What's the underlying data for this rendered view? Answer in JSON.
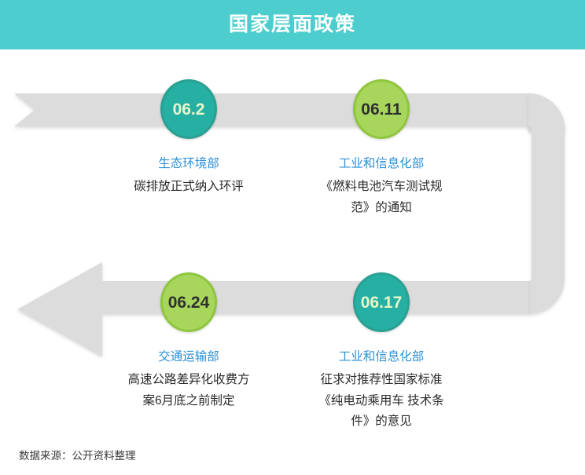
{
  "header": {
    "title": "国家层面政策",
    "background_color": "#4ecdce",
    "text_color": "#ffffff"
  },
  "colors": {
    "header_teal": "#4ecdce",
    "node_teal": "#26b0a3",
    "node_teal_border": "#2aa093",
    "node_green": "#a8d65c",
    "node_green_border": "#8fc63d",
    "ribbon_gray": "#dcdcdc",
    "ribbon_shadow": "#cfcfcf",
    "org_blue": "#2e8fd6",
    "body_text": "#2b2b2b",
    "date_light": "#e9f7c8",
    "date_dark": "#2f2f2f"
  },
  "timeline": {
    "direction_note": "left-to-right on top row, U-turn at right, right-to-left on bottom row ending in a left arrowhead",
    "nodes": [
      {
        "date": "06.2",
        "organization": "生态环境部",
        "description": "碳排放正式纳入环评",
        "circle_style": "teal"
      },
      {
        "date": "06.11",
        "organization": "工业和信息化部",
        "description": "《燃料电池汽车测试规范》的通知",
        "circle_style": "green"
      },
      {
        "date": "06.24",
        "organization": "交通运输部",
        "description": "高速公路差异化收费方案6月底之前制定",
        "circle_style": "green"
      },
      {
        "date": "06.17",
        "organization": "工业和信息化部",
        "description": "征求对推荐性国家标准《纯电动乘用车 技术条件》的意见",
        "circle_style": "teal"
      }
    ]
  },
  "footer": {
    "source": "数据来源：公开资料整理"
  }
}
